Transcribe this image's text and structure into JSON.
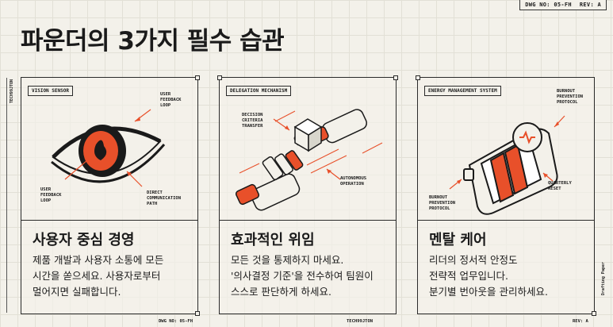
{
  "stamp": {
    "dwg": "DWG NO: 05-FH",
    "rev": "REV: A"
  },
  "title": "파운더의 3가지 필수 습관",
  "side_code": "TECH99JTON",
  "footer": {
    "left": "DWG NO: 05-FH",
    "center": "TECH99JTON",
    "right": "REV: A",
    "side": "Drafting Paper"
  },
  "cards": [
    {
      "label": "VISION SENSOR",
      "annotations": [
        "USER\nFEEDBACK\nLOOP",
        "USER\nFEEDBACK\nLOOP",
        "DIRECT\nCOMMUNICATION\nPATH"
      ],
      "icon": "eye-icon",
      "title": "사용자 중심 경영",
      "body": "제품 개발과 사용자 소통에 모든\n시간을 쏟으세요. 사용자로부터\n멀어지면 실패합니다."
    },
    {
      "label": "DELEGATION MECHANISM",
      "annotations": [
        "DECISION\nCRITERIA\nTRANSFER",
        "AUTONOMOUS\nOPERATION"
      ],
      "icon": "robot-hands-icon",
      "title": "효과적인 위임",
      "body": "모든 것을 통제하지 마세요.\n'의사결정 기준'을 전수하여 팀원이\n스스로 판단하게 하세요."
    },
    {
      "label": "ENERGY MANAGEMENT SYSTEM",
      "annotations": [
        "BURNOUT\nPREVENTION\nPROTOCOL",
        "BURNOUT\nPREVENTION\nPROTOCOL",
        "QUARTERLY\nRESET"
      ],
      "icon": "battery-icon",
      "title": "멘탈 케어",
      "body": "리더의 정서적 안정도\n전략적 업무입니다.\n분기별 번아웃을 관리하세요."
    }
  ],
  "colors": {
    "accent": "#e8502a",
    "ink": "#1a1a1a",
    "paper": "#f3f1ea"
  }
}
